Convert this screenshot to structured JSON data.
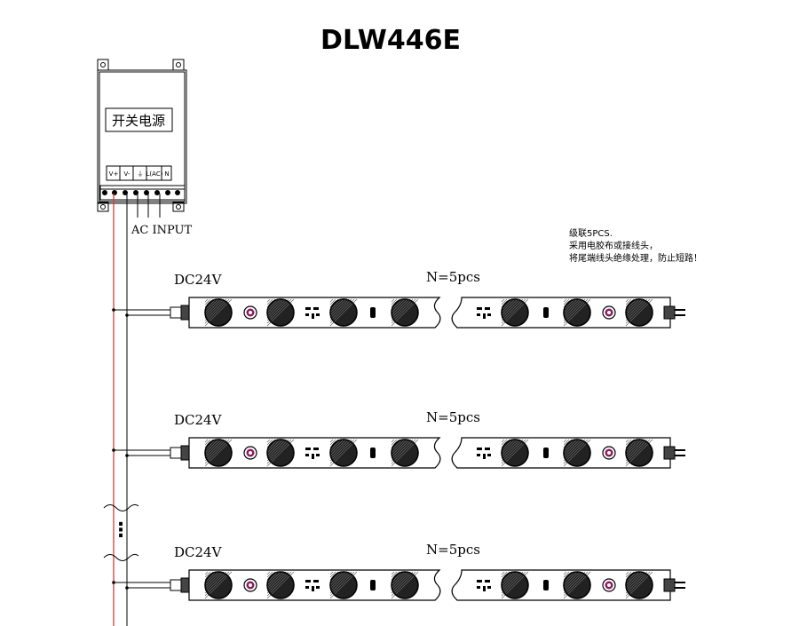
{
  "title": "DLW446E",
  "power_supply": {
    "label": "开关电源",
    "terminals": [
      "V+",
      "V-",
      "⏚",
      "L(AC)",
      "N"
    ]
  },
  "ac_input_label": "AC INPUT",
  "note": [
    "级联5PCS.",
    "采用电胶布或接线头，",
    "将尾端线头绝缘处理，防止短路！"
  ],
  "strips": [
    {
      "voltage": "DC24V",
      "count": "N=5pcs"
    },
    {
      "voltage": "DC24V",
      "count": "N=5pcs"
    },
    {
      "voltage": "DC24V",
      "count": "N=5pcs"
    }
  ],
  "ellipsis": "⋮",
  "colors": {
    "positive_wire": "#d43a3a",
    "line": "#000000",
    "led_ring": "#8a1a5e"
  }
}
